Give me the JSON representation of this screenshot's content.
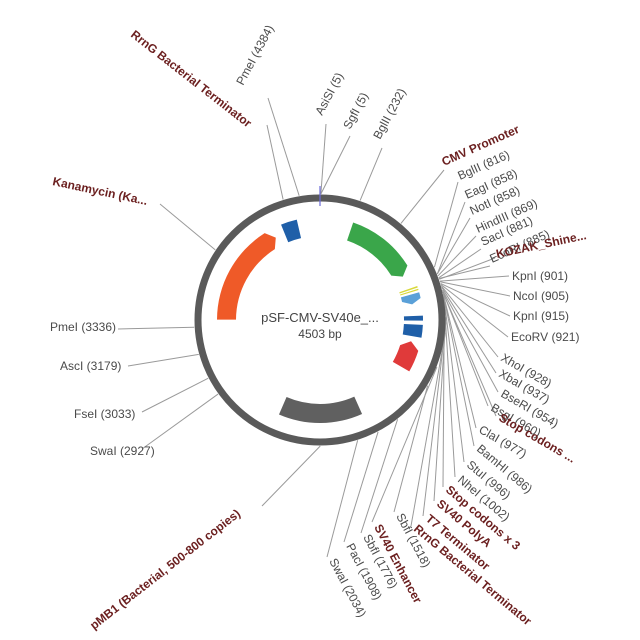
{
  "plasmid": {
    "name": "pSF-CMV-SV40e_...",
    "size_label": "4503 bp",
    "total_bp": 4503
  },
  "colors": {
    "backbone": "#5a5a5a",
    "feature_label": "#6b1f1f",
    "site_label": "#4a4a4a"
  },
  "features": [
    {
      "id": "rrng-top",
      "start": 4225,
      "end": 4340,
      "color": "#1f5fa8",
      "arrow": "none"
    },
    {
      "id": "cmv",
      "start": 235,
      "end": 780,
      "color": "#3aa64a",
      "arrow": "cw"
    },
    {
      "id": "kozak",
      "start": 885,
      "end": 896,
      "color": "#d8d83a",
      "arrow": "none"
    },
    {
      "id": "kozak2",
      "start": 905,
      "end": 914,
      "color": "#d8d83a",
      "arrow": "none"
    },
    {
      "id": "orf",
      "start": 930,
      "end": 1005,
      "color": "#5aa0d8",
      "arrow": "cw"
    },
    {
      "id": "sv40pa",
      "start": 1095,
      "end": 1130,
      "color": "#1f5fa8",
      "arrow": "none"
    },
    {
      "id": "rrng-bottom",
      "start": 1160,
      "end": 1250,
      "color": "#1f5fa8",
      "arrow": "none"
    },
    {
      "id": "sv40enh",
      "start": 1290,
      "end": 1500,
      "color": "#e03a3a",
      "arrow": "ccw"
    },
    {
      "id": "pmb1",
      "start": 1950,
      "end": 2545,
      "color": "#606060",
      "arrow": "none"
    },
    {
      "id": "kanamycin",
      "start": 3380,
      "end": 4150,
      "color": "#ef5a28",
      "arrow": "cw"
    }
  ],
  "labels": [
    {
      "id": "pmei-4384",
      "bp": 4384,
      "text": "PmeI (4384)",
      "kind": "site"
    },
    {
      "id": "asisi-5",
      "bp": 5,
      "text": "AsiSI (5)",
      "kind": "site"
    },
    {
      "id": "sgfi-5",
      "bp": 5,
      "text": "SgfI (5)",
      "kind": "site"
    },
    {
      "id": "bglii-232",
      "bp": 232,
      "text": "BglII (232)",
      "kind": "site"
    },
    {
      "id": "rrng-top-label",
      "bp": 4290,
      "text": "RrnG Bacterial Terminator",
      "kind": "feature"
    },
    {
      "id": "kanamycin-label",
      "bp": 3800,
      "text": "Kanamycin (Ka...",
      "kind": "feature"
    },
    {
      "id": "cmv-label",
      "bp": 500,
      "text": "CMV Promoter",
      "kind": "feature"
    },
    {
      "id": "bglii-816",
      "bp": 816,
      "text": "BglII (816)",
      "kind": "site"
    },
    {
      "id": "eagi-858",
      "bp": 858,
      "text": "EagI (858)",
      "kind": "site"
    },
    {
      "id": "noti-858",
      "bp": 858,
      "text": "NotI (858)",
      "kind": "site"
    },
    {
      "id": "hindiii-869",
      "bp": 869,
      "text": "HindIII (869)",
      "kind": "site"
    },
    {
      "id": "saci-881",
      "bp": 881,
      "text": "SacI (881)",
      "kind": "site"
    },
    {
      "id": "ecori-885",
      "bp": 885,
      "text": "EcoRI (885)",
      "kind": "site"
    },
    {
      "id": "kozak-label",
      "bp": 890,
      "text": "KOZAK_Shine...",
      "kind": "feature"
    },
    {
      "id": "kpni-901",
      "bp": 901,
      "text": "KpnI (901)",
      "kind": "site"
    },
    {
      "id": "ncoi-905",
      "bp": 905,
      "text": "NcoI (905)",
      "kind": "site"
    },
    {
      "id": "kpni-915",
      "bp": 915,
      "text": "KpnI (915)",
      "kind": "site"
    },
    {
      "id": "ecorv-921",
      "bp": 921,
      "text": "EcoRV (921)",
      "kind": "site"
    },
    {
      "id": "xhoi-928",
      "bp": 928,
      "text": "XhoI (928)",
      "kind": "site"
    },
    {
      "id": "xbai-937",
      "bp": 937,
      "text": "XbaI (937)",
      "kind": "site"
    },
    {
      "id": "bseri-954",
      "bp": 954,
      "text": "BseRI (954)",
      "kind": "site"
    },
    {
      "id": "bsgi-960",
      "bp": 960,
      "text": "BsgI (960)",
      "kind": "site"
    },
    {
      "id": "stop-codons-label",
      "bp": 965,
      "text": "Stop codons ...",
      "kind": "feature"
    },
    {
      "id": "clai-977",
      "bp": 977,
      "text": "ClaI (977)",
      "kind": "site"
    },
    {
      "id": "bamhi-986",
      "bp": 986,
      "text": "BamHI (986)",
      "kind": "site"
    },
    {
      "id": "stui-996",
      "bp": 996,
      "text": "StuI (996)",
      "kind": "site"
    },
    {
      "id": "nhei-1002",
      "bp": 1002,
      "text": "NheI (1002)",
      "kind": "site"
    },
    {
      "id": "stop-codons-x3-label",
      "bp": 1010,
      "text": "Stop codons x 3",
      "kind": "feature"
    },
    {
      "id": "sv40-polya-label",
      "bp": 1110,
      "text": "SV40 PolyA",
      "kind": "feature"
    },
    {
      "id": "t7-terminator-label",
      "bp": 1140,
      "text": "T7 Terminator",
      "kind": "feature"
    },
    {
      "id": "rrng-bottom-label",
      "bp": 1200,
      "text": "RrnG Bacterial Terminator",
      "kind": "feature"
    },
    {
      "id": "sbfi-1518",
      "bp": 1518,
      "text": "SbfI (1518)",
      "kind": "site"
    },
    {
      "id": "sv40-enhancer-label",
      "bp": 1400,
      "text": "SV40 Enhancer",
      "kind": "feature"
    },
    {
      "id": "sbfi-1776",
      "bp": 1776,
      "text": "SbfI (1776)",
      "kind": "site"
    },
    {
      "id": "paci-1908",
      "bp": 1908,
      "text": "PacI (1908)",
      "kind": "site"
    },
    {
      "id": "swai-2034",
      "bp": 2034,
      "text": "SwaI (2034)",
      "kind": "site"
    },
    {
      "id": "pmb1-label",
      "bp": 2250,
      "text": "pMB1 (Bacterial, 500-800 copies)",
      "kind": "feature"
    },
    {
      "id": "swai-2927",
      "bp": 2927,
      "text": "SwaI (2927)",
      "kind": "site"
    },
    {
      "id": "fsei-3033",
      "bp": 3033,
      "text": "FseI (3033)",
      "kind": "site"
    },
    {
      "id": "asci-3179",
      "bp": 3179,
      "text": "AscI (3179)",
      "kind": "site"
    },
    {
      "id": "pmei-3336",
      "bp": 3336,
      "text": "PmeI (3336)",
      "kind": "site"
    }
  ]
}
